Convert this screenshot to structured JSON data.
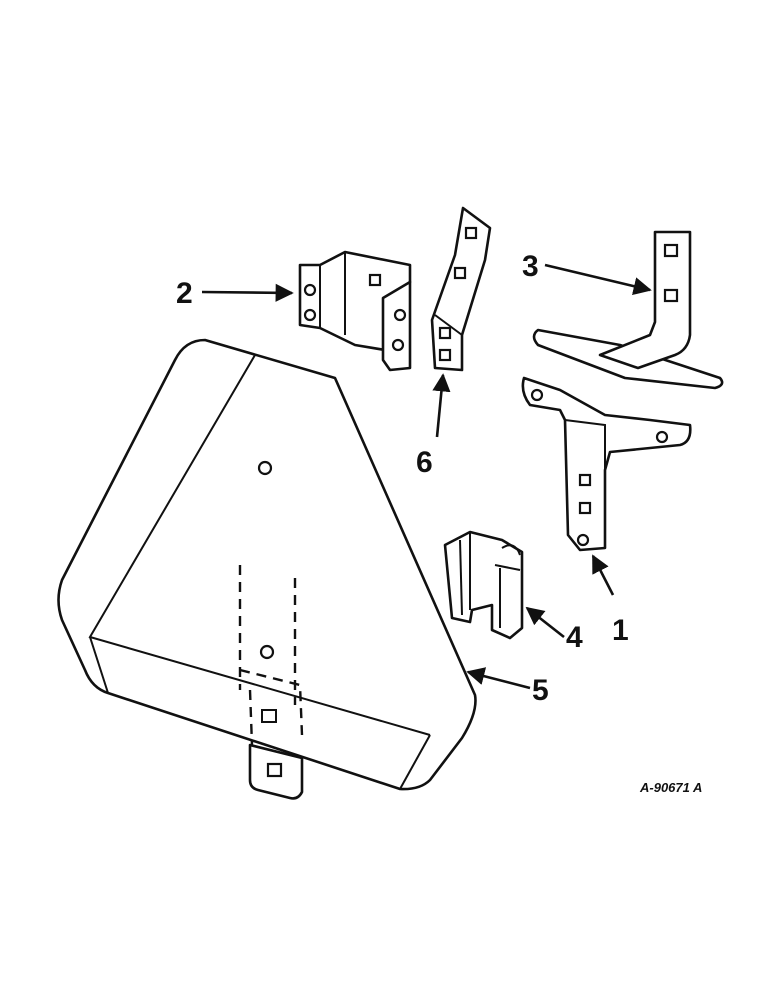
{
  "callouts": [
    {
      "id": "1",
      "text": "1"
    },
    {
      "id": "2",
      "text": "2"
    },
    {
      "id": "3",
      "text": "3"
    },
    {
      "id": "4",
      "text": "4"
    },
    {
      "id": "5",
      "text": "5"
    },
    {
      "id": "6",
      "text": "6"
    }
  ],
  "reference_code": "A-90671 A"
}
